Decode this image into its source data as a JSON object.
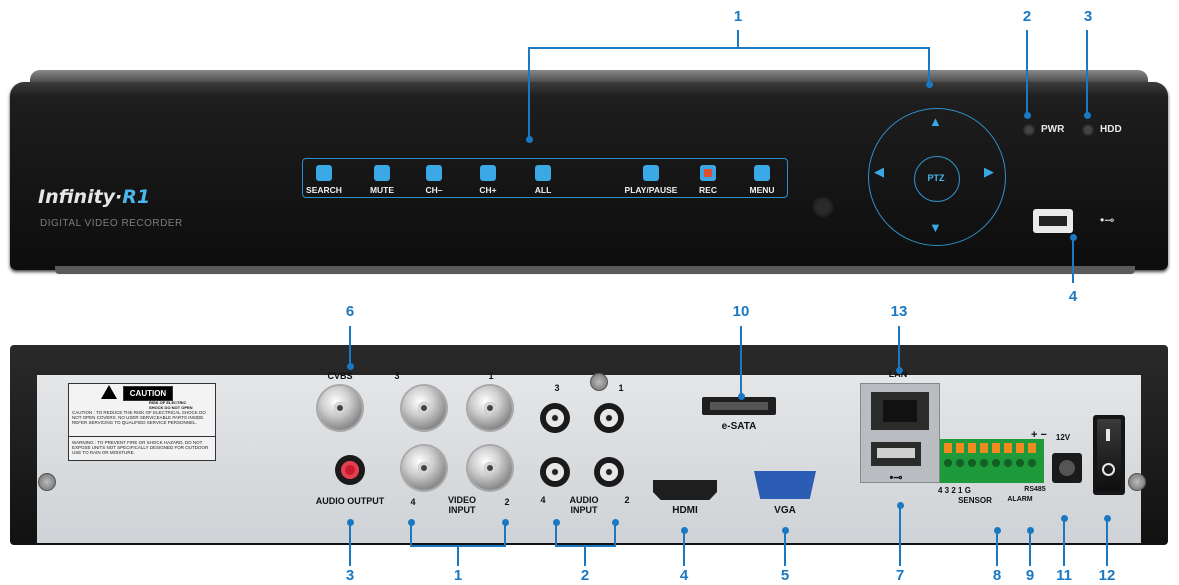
{
  "front": {
    "brand_main": "Infinity·",
    "brand_accent": "R1",
    "subtitle": "DIGITAL VIDEO RECORDER",
    "buttons": [
      "SEARCH",
      "MUTE",
      "CH–",
      "CH+",
      "ALL",
      "PLAY/PAUSE",
      "REC",
      "MENU"
    ],
    "ptz_label": "PTZ",
    "leds": [
      "PWR",
      "HDD"
    ]
  },
  "back": {
    "caution_title": "CAUTION",
    "caution_shock": "RISK OF ELECTRIC SHOCK DO NOT OPEN",
    "caution_text": "CAUTION : TO REDUCE THE RISK OF ELECTRICAL SHOCK DO NOT OPEN COVERS. NO USER SERVICEABLE PARTS INSIDE. REFER SERVICING TO QUALIFIED SERVICE PERSONNEL.",
    "warning_text": "WARNING : TO PREVENT FIRE OR SHOCK HAZARD, DO NOT EXPOSE UNITS NOT SPECIFICALLY DESIGNED FOR OUTDOOR USE TO RAIN OR MOISTURE.",
    "cvbs": "CVBS",
    "audio_output": "AUDIO OUTPUT",
    "video_input": "VIDEO INPUT",
    "audio_input": "AUDIO INPUT",
    "video_nums": [
      "3",
      "1",
      "4",
      "2"
    ],
    "audio_nums": [
      "3",
      "1",
      "4",
      "2"
    ],
    "esata": "e-SATA",
    "hdmi": "HDMI",
    "vga": "VGA",
    "lan": "LAN",
    "sensor_nums": "4 3 2 1 G",
    "sensor": "SENSOR",
    "alarm": "ALARM",
    "rs485": "RS485",
    "plus_minus": "+ −",
    "power": "12V",
    "usb_symbol": "•⊸"
  },
  "callouts": {
    "front": [
      "1",
      "2",
      "3",
      "4"
    ],
    "back_top": [
      "6",
      "10",
      "13"
    ],
    "back_bottom": [
      "3",
      "1",
      "2",
      "4",
      "5",
      "7",
      "8",
      "9",
      "11",
      "12"
    ]
  },
  "colors": {
    "accent": "#1b78c2",
    "button": "#39a8e5"
  }
}
